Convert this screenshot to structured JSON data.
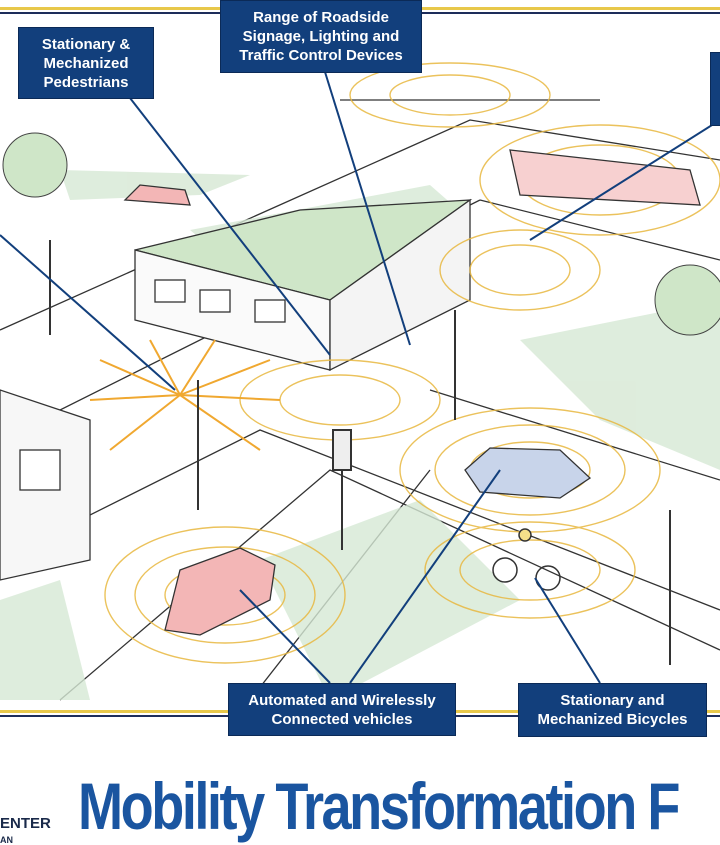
{
  "labels": {
    "pedestrians": "Stationary & Mechanized Pedestrians",
    "signage": "Range of Roadside Signage, Lighting and Traffic Control Devices",
    "vehicles": "Automated and Wirelessly Connected vehicles",
    "bicycles": "Stationary and Mechanized Bicycles"
  },
  "footer": {
    "title": "Mobility Transformation F",
    "logo_text": "ENTER",
    "logo_sub": "AN"
  },
  "colors": {
    "navy": "#123f7c",
    "title_blue": "#1a55a0",
    "gold": "#e8c84a",
    "signal_orange": "#f0a830",
    "grass": "#cfe3cf"
  }
}
